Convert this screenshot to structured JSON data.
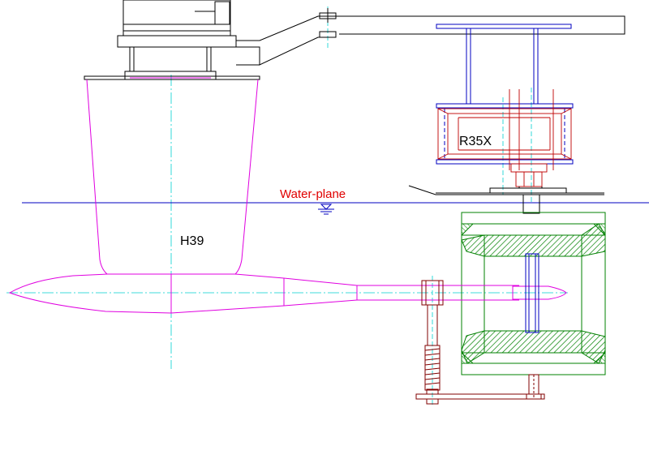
{
  "labels": {
    "water_plane": "Water-plane",
    "hull": "H39",
    "reducer": "R35X"
  },
  "colors": {
    "background": "#ffffff",
    "structure": "#000000",
    "hull": "#e000e0",
    "frame_blue": "#0000c0",
    "gearbox_red": "#c00000",
    "centerline": "#00d0d0",
    "duct_green": "#00a000",
    "rudder_brown": "#800000",
    "water_line": "#0000c0",
    "water_label": "#e00000"
  }
}
